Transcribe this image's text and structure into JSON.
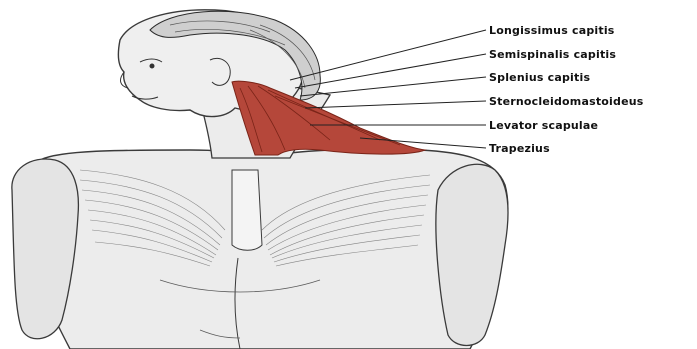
{
  "labels": [
    "Longissimus capitis",
    "Semispinalis capitis",
    "Splenius capitis",
    "Sternocleidomastoideus",
    "Levator scapulae",
    "Trapezius"
  ],
  "colors": {
    "muscle_highlight": "#b5473a",
    "muscle_dark": "#7a2418",
    "sketch_line": "#3a3a3a",
    "skin": "#e9e9e9"
  }
}
